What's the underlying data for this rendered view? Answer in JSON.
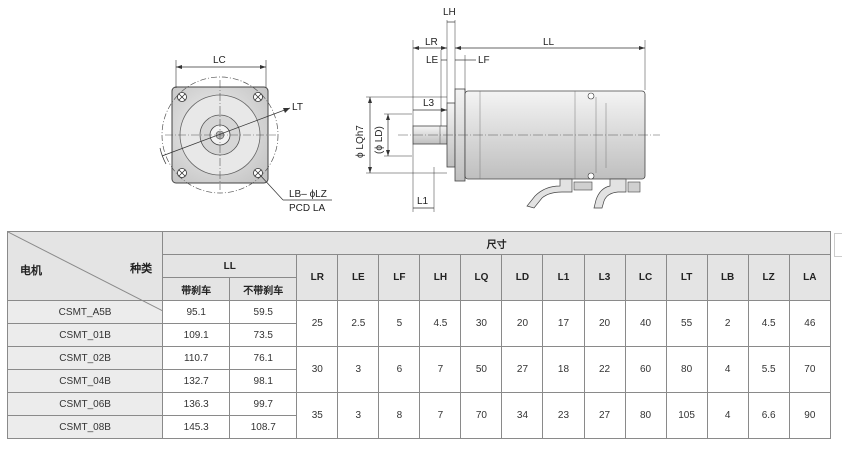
{
  "drawing": {
    "labels": {
      "lc": "LC",
      "lt": "LT",
      "lb_lz": "LB– ϕLZ",
      "pcd": "PCD LA",
      "lh": "LH",
      "lr": "LR",
      "ll": "LL",
      "le": "LE",
      "lf": "LF",
      "l3": "L3",
      "l1": "L1",
      "lq": "ϕ LQh7",
      "ld": "(ϕ LD)"
    }
  },
  "table": {
    "corner_left": "电机",
    "corner_right": "种类",
    "size_header": "尺寸",
    "ll_header": "LL",
    "ll_sub": [
      "带刹车",
      "不带刹车"
    ],
    "columns": [
      "LR",
      "LE",
      "LF",
      "LH",
      "LQ",
      "LD",
      "L1",
      "L3",
      "LC",
      "LT",
      "LB",
      "LZ",
      "LA"
    ],
    "groups": [
      {
        "models": [
          {
            "name": "CSMT_A5B",
            "ll_brake": "95.1",
            "ll_nobrake": "59.5"
          },
          {
            "name": "CSMT_01B",
            "ll_brake": "109.1",
            "ll_nobrake": "73.5"
          }
        ],
        "values": [
          "25",
          "2.5",
          "5",
          "4.5",
          "30",
          "20",
          "17",
          "20",
          "40",
          "55",
          "2",
          "4.5",
          "46"
        ]
      },
      {
        "models": [
          {
            "name": "CSMT_02B",
            "ll_brake": "110.7",
            "ll_nobrake": "76.1"
          },
          {
            "name": "CSMT_04B",
            "ll_brake": "132.7",
            "ll_nobrake": "98.1"
          }
        ],
        "values": [
          "30",
          "3",
          "6",
          "7",
          "50",
          "27",
          "18",
          "22",
          "60",
          "80",
          "4",
          "5.5",
          "70"
        ]
      },
      {
        "models": [
          {
            "name": "CSMT_06B",
            "ll_brake": "136.3",
            "ll_nobrake": "99.7"
          },
          {
            "name": "CSMT_08B",
            "ll_brake": "145.3",
            "ll_nobrake": "108.7"
          }
        ],
        "values": [
          "35",
          "3",
          "8",
          "7",
          "70",
          "34",
          "23",
          "27",
          "80",
          "105",
          "4",
          "6.6",
          "90"
        ]
      }
    ]
  }
}
